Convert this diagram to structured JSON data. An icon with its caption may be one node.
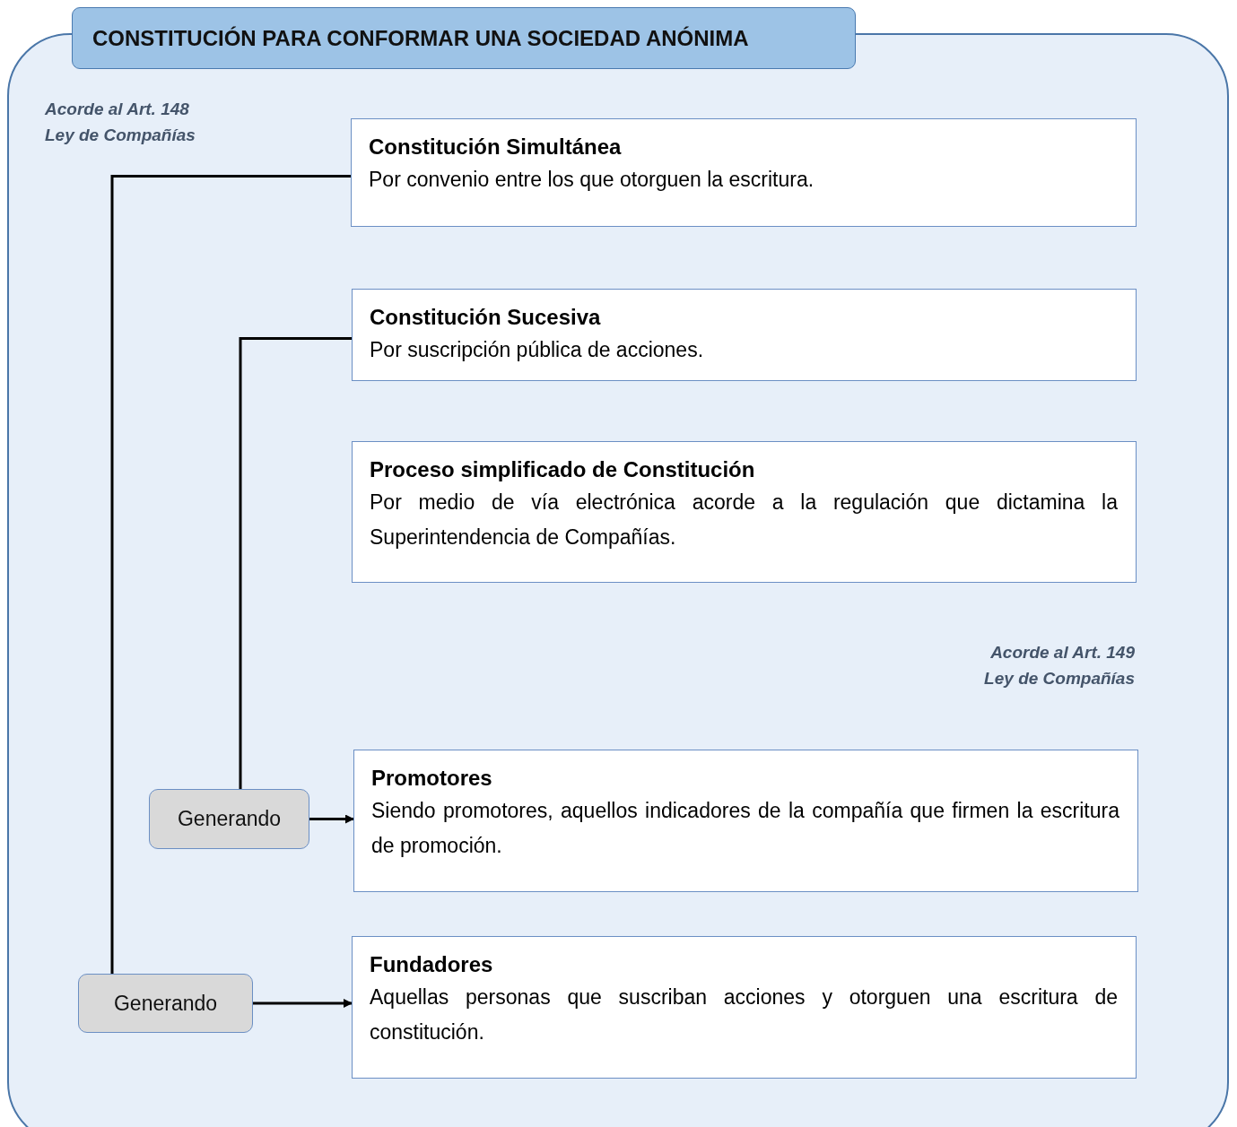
{
  "diagram": {
    "title": "CONSTITUCIÓN PARA CONFORMAR UNA SOCIEDAD ANÓNIMA",
    "nodes": [
      {
        "text": [
          "Constitución Simultánea",
          "Por convenio entre los que otorguen la escritura."
        ]
      },
      {
        "text": [
          "Constitución Sucesiva",
          "Por suscripción pública de acciones."
        ]
      },
      {
        "text": [
          "Proceso simplificado de Constitución",
          "Por medio de vía electrónica acorde a la regulación que dictamina la Superintendencia de Compañías."
        ]
      },
      {
        "text": [
          "Promotores",
          "Siendo promotores, aquellos indicadores de la compañía que firmen la escritura de promoción."
        ]
      },
      {
        "text": [
          "Generando"
        ]
      },
      {
        "text": [
          "Fundadores",
          "Aquellas personas que suscriban acciones y otorguen una escritura de constitución."
        ]
      },
      {
        "text": [
          "Generando"
        ]
      }
    ],
    "edges": [
      {
        "from": 0,
        "to": 6,
        "arrow": "none"
      },
      {
        "from": 1,
        "to": 4,
        "arrow": "none"
      },
      {
        "from": 4,
        "to": 3,
        "arrow": "to"
      },
      {
        "from": 6,
        "to": 5,
        "arrow": "to"
      }
    ],
    "labels": [
      "Acorde al Art. 148",
      "Ley de Compañías",
      "Acorde al Art. 149",
      "Ley de Compañías"
    ]
  }
}
